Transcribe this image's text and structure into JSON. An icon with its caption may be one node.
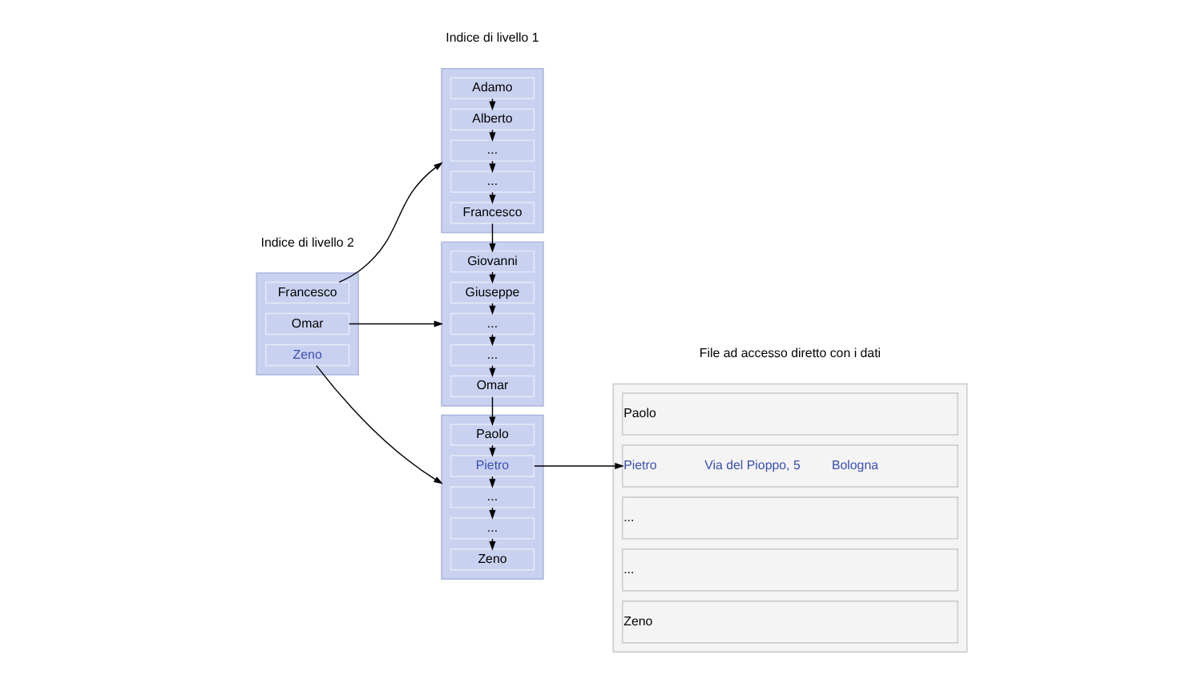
{
  "diagram": {
    "nodes": [
      {
        "text": [],
        "shape": "box"
      },
      {
        "text": [
          "Francesco"
        ],
        "in": 0
      },
      {
        "text": [
          "Omar"
        ],
        "in": 0
      },
      {
        "text": [
          "Zeno"
        ],
        "in": 0
      },
      {
        "text": [],
        "shape": "box"
      },
      {
        "text": [
          "Adamo"
        ],
        "in": 4
      },
      {
        "text": [
          "Alberto"
        ],
        "in": 4
      },
      {
        "text": [
          "..."
        ],
        "in": 4
      },
      {
        "text": [
          "..."
        ],
        "in": 4
      },
      {
        "text": [
          "Francesco"
        ],
        "in": 4
      },
      {
        "text": [],
        "shape": "box"
      },
      {
        "text": [
          "Giovanni"
        ],
        "in": 10
      },
      {
        "text": [
          "Giuseppe"
        ],
        "in": 10
      },
      {
        "text": [
          "..."
        ],
        "in": 10
      },
      {
        "text": [
          "..."
        ],
        "in": 10
      },
      {
        "text": [
          "Omar"
        ],
        "in": 10
      },
      {
        "text": [],
        "shape": "box"
      },
      {
        "text": [
          "Paolo"
        ],
        "in": 16
      },
      {
        "text": [
          "Pietro"
        ],
        "in": 16
      },
      {
        "text": [
          "..."
        ],
        "in": 16
      },
      {
        "text": [
          "..."
        ],
        "in": 16
      },
      {
        "text": [
          "Zeno"
        ],
        "in": 16
      },
      {
        "text": [],
        "shape": "box"
      },
      {
        "text": [
          "Paolo"
        ],
        "in": 22
      },
      {
        "text": [
          "Pietro",
          "Via del Pioppo, 5",
          "Bologna"
        ],
        "in": 22
      },
      {
        "text": [
          "..."
        ],
        "in": 22
      },
      {
        "text": [
          "..."
        ],
        "in": 22
      },
      {
        "text": [
          "Zeno"
        ],
        "in": 22
      }
    ],
    "edges": [
      {
        "from": 1,
        "to": 4,
        "arrow": "to"
      },
      {
        "from": 2,
        "to": 10,
        "arrow": "to"
      },
      {
        "from": 3,
        "to": 16,
        "arrow": "to"
      },
      {
        "from": 5,
        "to": 6,
        "arrow": "to"
      },
      {
        "from": 6,
        "to": 7,
        "arrow": "to"
      },
      {
        "from": 7,
        "to": 8,
        "arrow": "to"
      },
      {
        "from": 8,
        "to": 9,
        "arrow": "to"
      },
      {
        "from": 9,
        "to": 11,
        "arrow": "to"
      },
      {
        "from": 11,
        "to": 12,
        "arrow": "to"
      },
      {
        "from": 12,
        "to": 13,
        "arrow": "to"
      },
      {
        "from": 13,
        "to": 14,
        "arrow": "to"
      },
      {
        "from": 14,
        "to": 15,
        "arrow": "to"
      },
      {
        "from": 15,
        "to": 17,
        "arrow": "to"
      },
      {
        "from": 17,
        "to": 18,
        "arrow": "to"
      },
      {
        "from": 18,
        "to": 19,
        "arrow": "to"
      },
      {
        "from": 19,
        "to": 20,
        "arrow": "to"
      },
      {
        "from": 20,
        "to": 21,
        "arrow": "to"
      },
      {
        "from": 18,
        "to": 24,
        "arrow": "to"
      }
    ],
    "labels": [
      "Indice di livello 2",
      "Indice di livello 1",
      "File ad accesso diretto con i dati"
    ]
  }
}
